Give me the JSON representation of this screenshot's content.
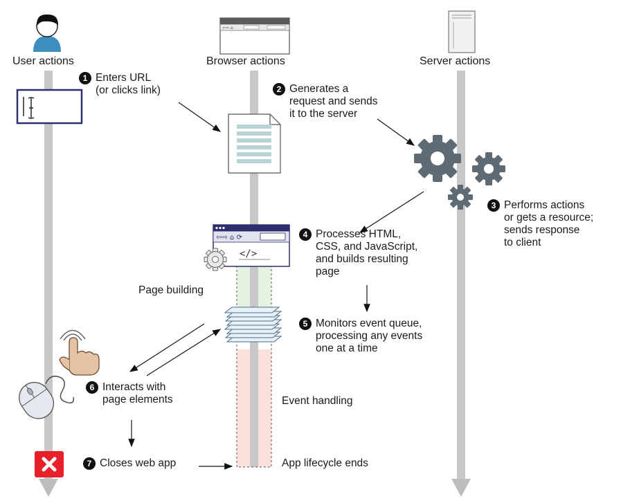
{
  "columns": {
    "user": "User actions",
    "browser": "Browser actions",
    "server": "Server actions"
  },
  "steps": [
    {
      "n": "1",
      "lines": [
        "Enters URL",
        "(or clicks link)"
      ]
    },
    {
      "n": "2",
      "lines": [
        "Generates a",
        "request and sends",
        "it to the server"
      ]
    },
    {
      "n": "3",
      "lines": [
        "Performs actions",
        "or gets a resource;",
        "sends response",
        "to client"
      ]
    },
    {
      "n": "4",
      "lines": [
        "Processes HTML,",
        "CSS, and JavaScript,",
        "and builds resulting",
        "page"
      ]
    },
    {
      "n": "5",
      "lines": [
        "Monitors event queue,",
        "processing any events",
        "one at a time"
      ]
    },
    {
      "n": "6",
      "lines": [
        "Interacts with",
        "page elements"
      ]
    },
    {
      "n": "7",
      "lines": [
        "Closes web app"
      ]
    }
  ],
  "labels": {
    "page_building": "Page building",
    "event_handling": "Event handling",
    "app_lifecycle_ends": "App lifecycle ends",
    "code_tag": "</>"
  },
  "colors": {
    "lifeline": "#c8c8c8",
    "page_building_band": "#e6f2df",
    "event_handling_band": "#fbe0dc",
    "close_button": "#e8202a",
    "document_lines": "#b9d3d6"
  },
  "icons": [
    "user-icon",
    "browser-window-icon",
    "server-icon",
    "url-input-icon",
    "document-icon",
    "gears-icon",
    "browser-page-icon",
    "small-gear-icon",
    "event-queue-icon",
    "hand-pointer-icon",
    "mouse-icon",
    "close-app-icon"
  ]
}
